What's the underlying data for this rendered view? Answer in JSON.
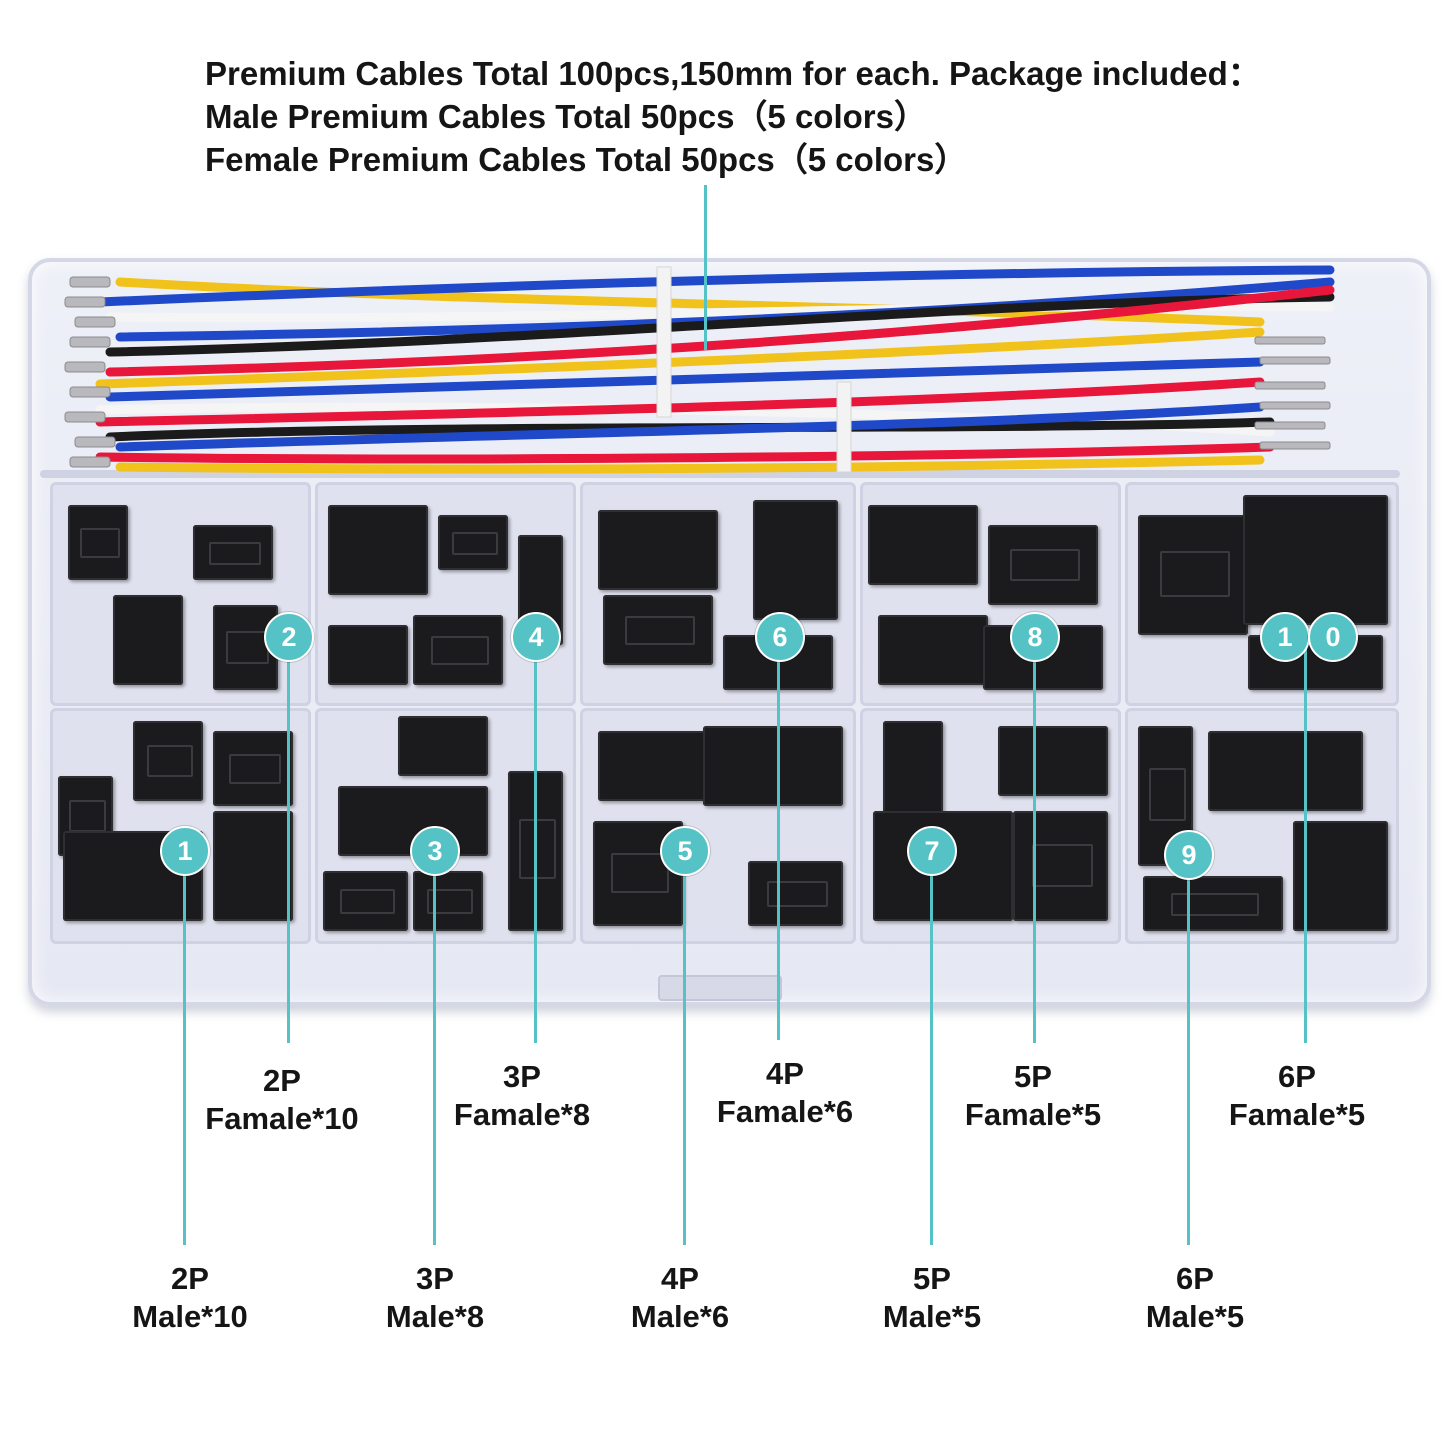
{
  "header": {
    "line1": "Premium Cables Total 100pcs,150mm for each. Package included：",
    "line2": "Male Premium Cables Total 50pcs（5 colors）",
    "line3": "Female Premium Cables Total 50pcs（5 colors）"
  },
  "colors": {
    "accent": "#55c3c6",
    "wire_colors": [
      "#f1c21c",
      "#1f49c9",
      "#e8163a",
      "#1b1b1b",
      "#f5f5f5"
    ]
  },
  "badges": [
    "1",
    "2",
    "3",
    "4",
    "5",
    "6",
    "7",
    "8",
    "9",
    "1",
    "0"
  ],
  "labels": {
    "f2": {
      "size": "2P",
      "type": "Famale*10"
    },
    "f3": {
      "size": "3P",
      "type": "Famale*8"
    },
    "f4": {
      "size": "4P",
      "type": "Famale*6"
    },
    "f5": {
      "size": "5P",
      "type": "Famale*5"
    },
    "f6": {
      "size": "6P",
      "type": "Famale*5"
    },
    "m2": {
      "size": "2P",
      "type": "Male*10"
    },
    "m3": {
      "size": "3P",
      "type": "Male*8"
    },
    "m4": {
      "size": "4P",
      "type": "Male*6"
    },
    "m5": {
      "size": "5P",
      "type": "Male*5"
    },
    "m6": {
      "size": "6P",
      "type": "Male*5"
    }
  }
}
